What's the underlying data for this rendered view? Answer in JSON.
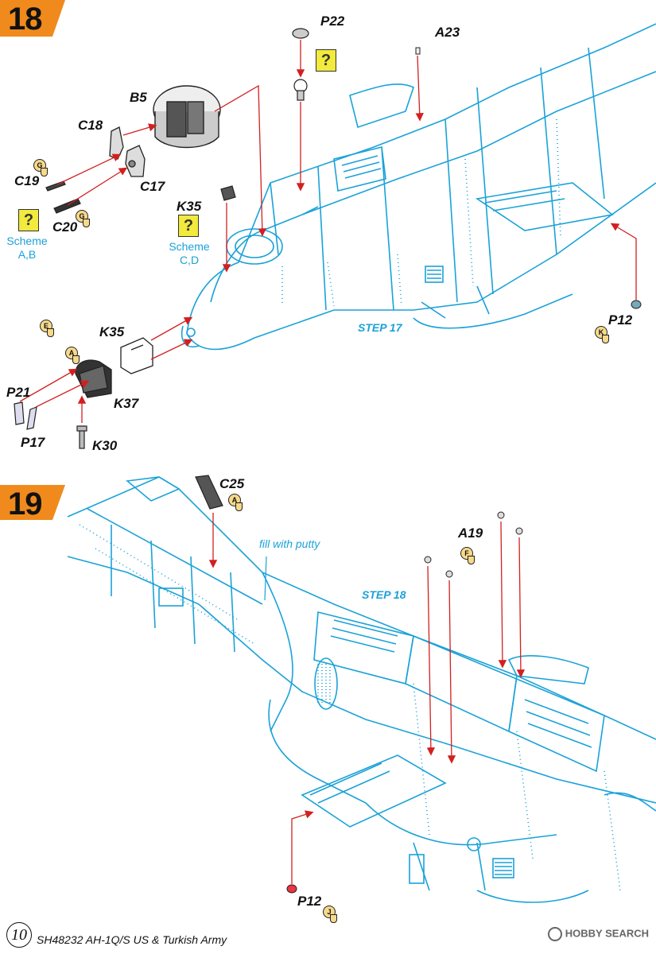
{
  "step18": {
    "number": "18",
    "parts": {
      "b5": "B5",
      "c18": "C18",
      "c19": "C19",
      "c17": "C17",
      "c20": "C20",
      "k35_top": "K35",
      "p22": "P22",
      "a23": "A23",
      "p12": "P12",
      "k35_bottom": "K35",
      "p21": "P21",
      "k37": "K37",
      "p17": "P17",
      "k30": "K30"
    },
    "scheme_ab": "Scheme\nA,B",
    "scheme_cd": "Scheme\nC,D",
    "step_ref": "STEP 17",
    "sprue_tags": {
      "c19_tag": "G",
      "c20_tag": "G",
      "p12_tag": "K",
      "k35_tag": "E",
      "k37_tag": "A"
    },
    "unknown_mark": "?"
  },
  "step19": {
    "number": "19",
    "parts": {
      "c25": "C25",
      "a19": "A19",
      "p12": "P12"
    },
    "note": "fill with putty",
    "step_ref": "STEP 18",
    "sprue_tags": {
      "c25_tag": "A",
      "a19_tag": "F",
      "p12_tag": "J"
    }
  },
  "footer": {
    "page_number": "10",
    "kit_title": "SH48232 AH-1Q/S US & Turkish Army",
    "watermark": "HOBBY SEARCH"
  },
  "colors": {
    "accent_orange": "#f08a1c",
    "line_blue": "#1aa2d8",
    "arrow_red": "#d22020",
    "question_yellow": "#f2ea3c"
  }
}
